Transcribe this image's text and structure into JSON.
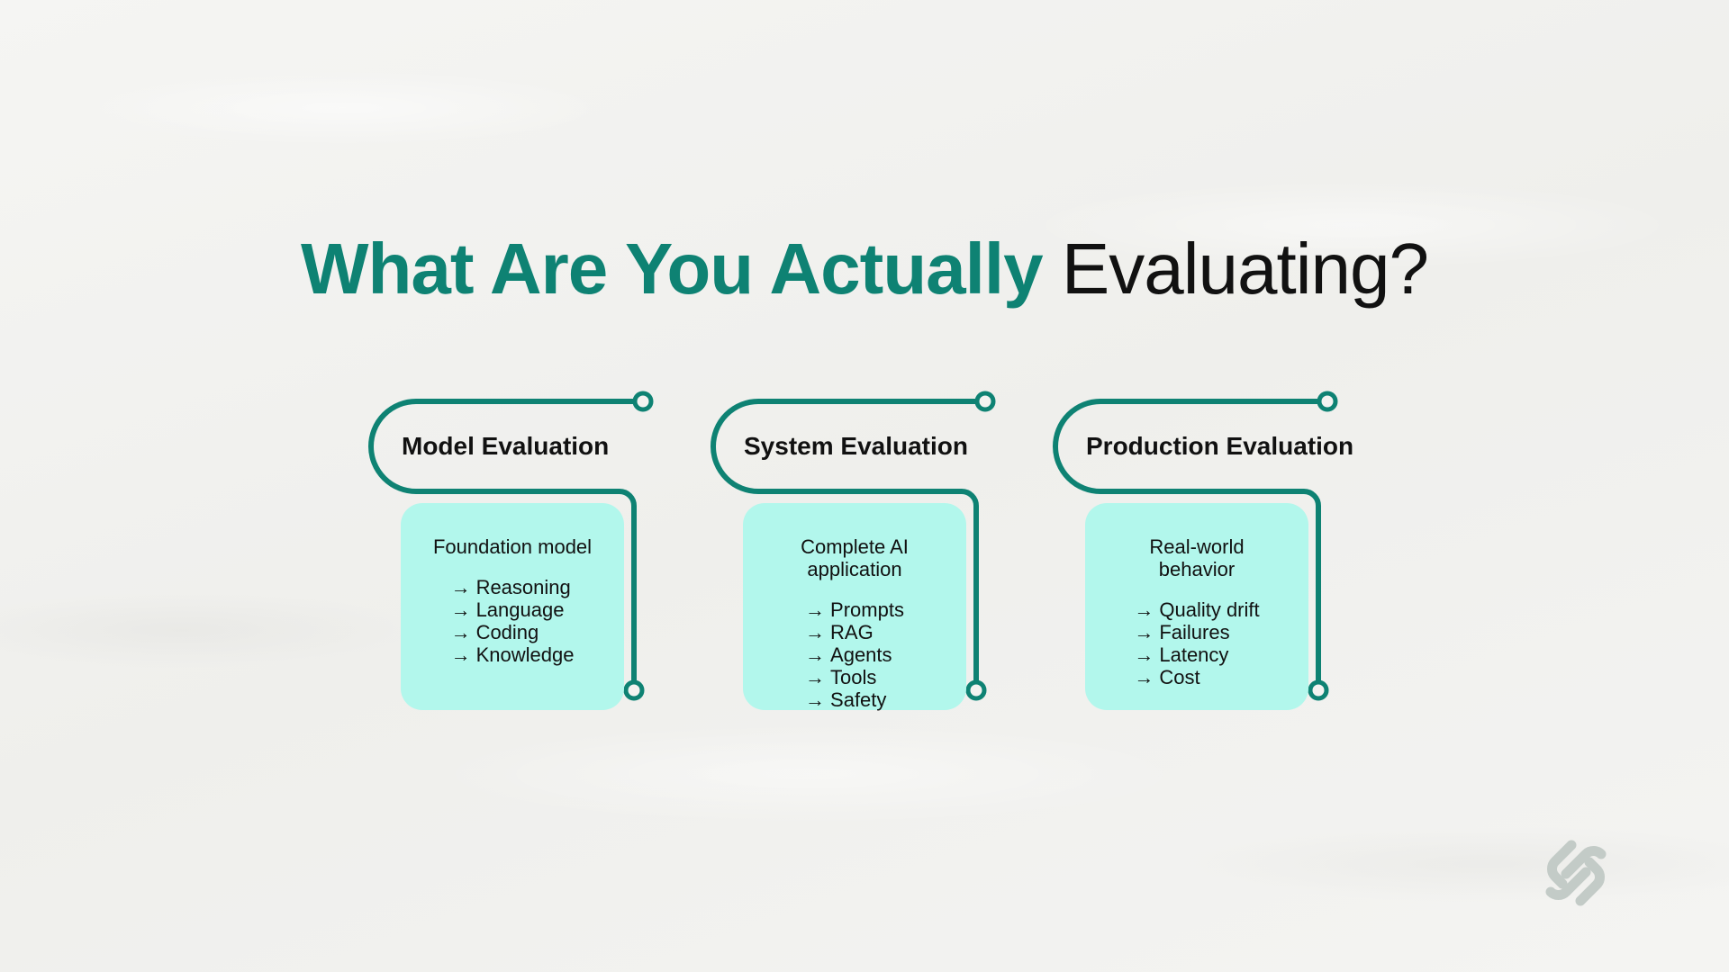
{
  "title": {
    "accent": "What Are You Actually",
    "rest": "Evaluating?"
  },
  "colors": {
    "accent": "#0e8273",
    "card_fill": "#b2f7ec",
    "logo": "#c3cbc7"
  },
  "cards": [
    {
      "heading": "Model Evaluation",
      "subtitle": "Foundation model",
      "items": [
        "Reasoning",
        "Language",
        "Coding",
        "Knowledge"
      ]
    },
    {
      "heading": "System Evaluation",
      "subtitle": "Complete AI application",
      "items": [
        "Prompts",
        "RAG",
        "Agents",
        "Tools",
        "Safety"
      ]
    },
    {
      "heading": "Production Evaluation",
      "subtitle": "Real-world behavior",
      "items": [
        "Quality drift",
        "Failures",
        "Latency",
        "Cost"
      ]
    }
  ],
  "arrow_glyph": "→",
  "logo_icon": "chain-link-icon"
}
